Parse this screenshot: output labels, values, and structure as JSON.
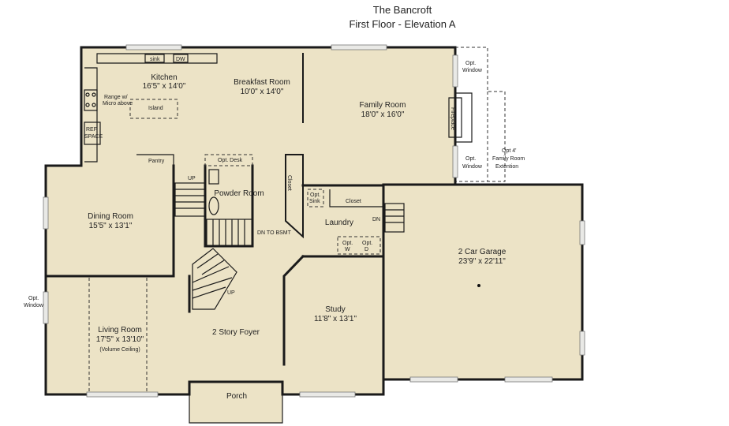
{
  "title": "The Bancroft",
  "subtitle": "First Floor - Elevation A",
  "colors": {
    "floor": "#ece3c6",
    "wall": "#1a1a1a",
    "background": "#ffffff"
  },
  "rooms": {
    "kitchen": {
      "name": "Kitchen",
      "dims": "16'5\" x 14'0\""
    },
    "breakfast": {
      "name": "Breakfast Room",
      "dims": "10'0\" x 14'0\""
    },
    "family": {
      "name": "Family Room",
      "dims": "18'0\" x 16'0\""
    },
    "dining": {
      "name": "Dining Room",
      "dims": "15'5\" x 13'1\""
    },
    "powder": {
      "name": "Powder Room"
    },
    "laundry": {
      "name": "Laundry"
    },
    "garage": {
      "name": "2 Car Garage",
      "dims": "23'9\" x 22'11\""
    },
    "study": {
      "name": "Study",
      "dims": "11'8\" x 13'1\""
    },
    "living": {
      "name": "Living Room",
      "dims": "17'5\" x 13'10\"",
      "note": "(Volume Ceiling)"
    },
    "foyer": {
      "name": "2 Story Foyer"
    },
    "porch": {
      "name": "Porch"
    }
  },
  "fixtures": {
    "sink": "sink",
    "dw": "DW",
    "range": "Range w/ Micro above",
    "island": "Island",
    "ref": "REF SPACE",
    "pantry": "Pantry",
    "opt_desk": "Opt. Desk",
    "closet_vertical": "Closet",
    "opt_sink": "Opt. Sink",
    "closet": "Closet",
    "opt_w": "Opt. W",
    "opt_d": "Opt. D",
    "dn_bsmt": "DN TO BSMT",
    "dn": "DN",
    "up": "UP",
    "fireplace": "Fireplace"
  },
  "options": {
    "window_top": "Opt. Window",
    "window_mid": "Opt. Window",
    "window_left": "Opt. Window",
    "family_ext": "Opt 4' Family Room Extention"
  }
}
